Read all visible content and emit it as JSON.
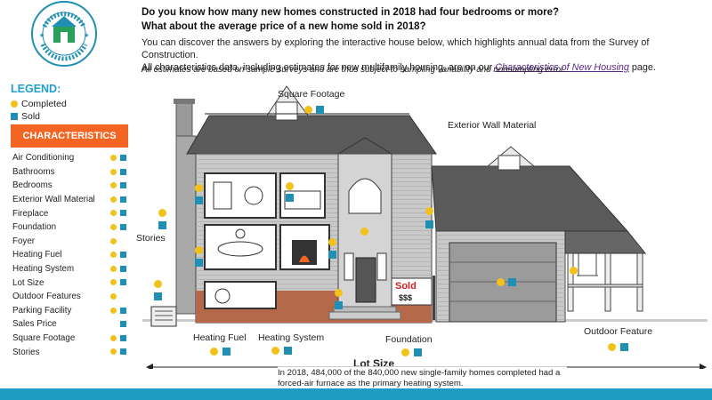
{
  "header": {
    "question1": "Do you know how many new homes constructed in 2018 had four bedrooms or more?",
    "question2": "What about the average price of a new home sold in 2018?",
    "intro_line1": "You can discover the answers by exploring the interactive house below, which highlights annual data from the Survey of Construction.",
    "intro_line2_pre": "All characteristics data, including estimates for new multifamily housing, are on our ",
    "intro_link": "Characteristics of New Housing",
    "intro_line2_post": " page.",
    "note": "All estimates are based on sample surveys and are thus subject to sampling variability and nonsampling error."
  },
  "legend": {
    "title": "LEGEND:",
    "completed": "Completed",
    "sold": "Sold"
  },
  "characteristics": {
    "heading": "CHARACTERISTICS",
    "items": [
      {
        "label": "Air Conditioning",
        "completed": true,
        "sold": true
      },
      {
        "label": "Bathrooms",
        "completed": true,
        "sold": true
      },
      {
        "label": "Bedrooms",
        "completed": true,
        "sold": true
      },
      {
        "label": "Exterior Wall Material",
        "completed": true,
        "sold": true
      },
      {
        "label": "Fireplace",
        "completed": true,
        "sold": true
      },
      {
        "label": "Foundation",
        "completed": true,
        "sold": true
      },
      {
        "label": "Foyer",
        "completed": true,
        "sold": false
      },
      {
        "label": "Heating Fuel",
        "completed": true,
        "sold": true
      },
      {
        "label": "Heating System",
        "completed": true,
        "sold": true
      },
      {
        "label": "Lot Size",
        "completed": true,
        "sold": true
      },
      {
        "label": "Outdoor Features",
        "completed": true,
        "sold": false
      },
      {
        "label": "Parking Facility",
        "completed": true,
        "sold": true
      },
      {
        "label": "Sales Price",
        "completed": false,
        "sold": true
      },
      {
        "label": "Square Footage",
        "completed": true,
        "sold": true
      },
      {
        "label": "Stories",
        "completed": true,
        "sold": true
      }
    ]
  },
  "house_labels": {
    "square_footage": "Square Footage",
    "exterior_wall": "Exterior Wall Material",
    "stories": "Stories",
    "heating_fuel": "Heating Fuel",
    "heating_system": "Heating System",
    "foundation": "Foundation",
    "outdoor_feature": "Outdoor Feature",
    "lot_size": "Lot Size",
    "sign_sold": "Sold",
    "sign_price": "$$$"
  },
  "fact": "In 2018, 484,000 of the 840,000 new single-family homes completed had a forced-air furnace as the primary heating system.",
  "colors": {
    "completed": "#f2c21b",
    "sold": "#1f8fb3",
    "accent": "#f26522",
    "footer": "#1f9cc4"
  }
}
